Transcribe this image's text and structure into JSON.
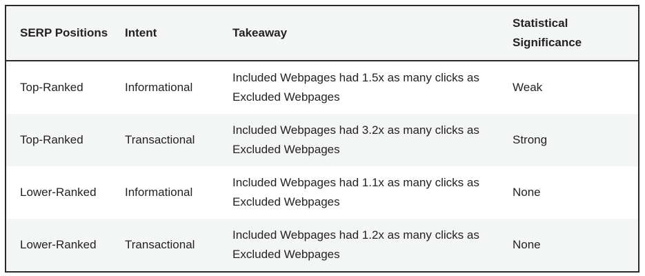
{
  "table": {
    "headers": [
      "SERP Positions",
      "Intent",
      "Takeaway",
      "Statistical Significance"
    ],
    "rows": [
      [
        "Top-Ranked",
        "Informational",
        "Included Webpages had 1.5x as many clicks as Excluded Webpages",
        "Weak"
      ],
      [
        "Top-Ranked",
        "Transactional",
        "Included Webpages had 3.2x as many clicks as Excluded Webpages",
        "Strong"
      ],
      [
        "Lower-Ranked",
        "Informational",
        "Included Webpages had 1.1x as many clicks as Excluded Webpages",
        "None"
      ],
      [
        "Lower-Ranked",
        "Transactional",
        "Included Webpages had 1.2x as many clicks as Excluded Webpages",
        "None"
      ]
    ]
  }
}
